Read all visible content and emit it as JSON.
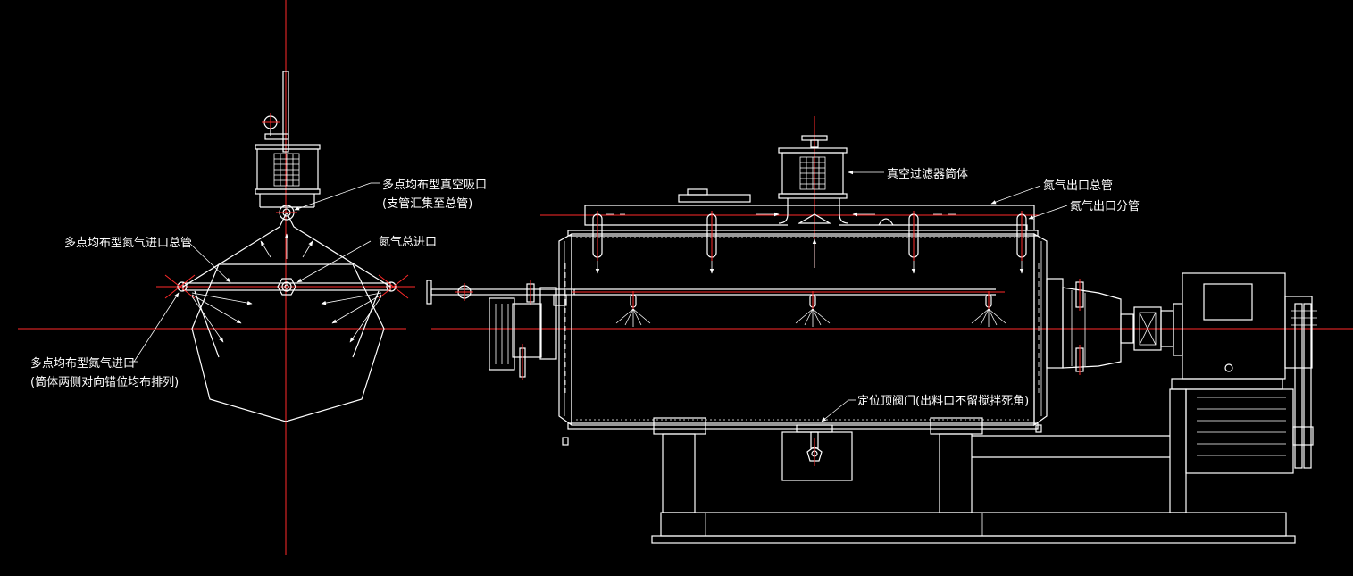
{
  "labels": {
    "vacuum_port_line1": "多点均布型真空吸口",
    "vacuum_port_line2": "(支管汇集至总管)",
    "nitrogen_inlet_header": "多点均布型氮气进口总管",
    "nitrogen_main_inlet": "氮气总进口",
    "nitrogen_inlet_line1": "多点均布型氮气进口",
    "nitrogen_inlet_line2": "(筒体两侧对向错位均布排列)",
    "vacuum_filter": "真空过滤器筒体",
    "nitrogen_outlet_header": "氮气出口总管",
    "nitrogen_outlet_branch": "氮气出口分管",
    "bottom_valve": "定位顶阀门(出料口不留搅拌死角)"
  },
  "colors": {
    "background": "#000000",
    "linework": "#ffffff",
    "centerline": "#ff2a2a"
  }
}
